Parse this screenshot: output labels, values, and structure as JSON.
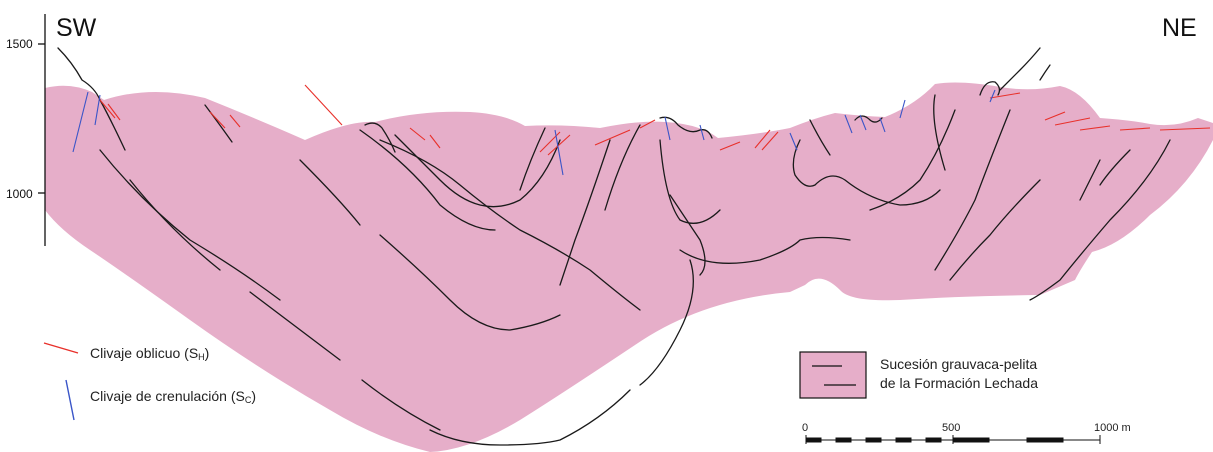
{
  "directions": {
    "left": "SW",
    "right": "NE"
  },
  "elevation_axis": {
    "ticks": [
      "1500",
      "1000"
    ]
  },
  "legend": {
    "oblique_cleavage": {
      "label": "Clivaje oblicuo (S",
      "sub": "H",
      "close": ")",
      "color": "#e8302a"
    },
    "crenulation_cleavage": {
      "label": "Clivaje de crenulación (S",
      "sub": "C",
      "close": ")",
      "color": "#3a55c8"
    },
    "unit": {
      "line1": "Sucesión grauvaca-pelita",
      "line2": "de la Formación Lechada",
      "color": "#e6aec9"
    }
  },
  "scale_bar": {
    "labels": [
      "0",
      "500",
      "1000 m"
    ]
  }
}
